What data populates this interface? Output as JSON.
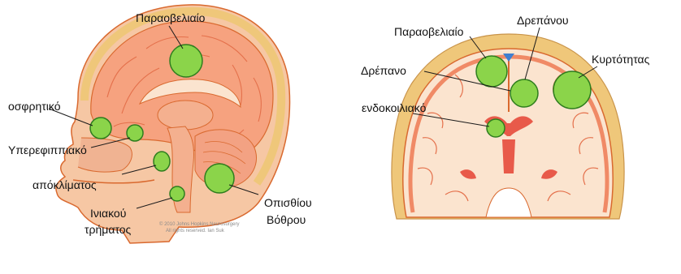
{
  "colors": {
    "meningioma": "#8bd44a",
    "meningioma_stroke": "#2e7d1e",
    "skin": "#f6c7a4",
    "skull": "#efc77a",
    "cortex": "#f08a66",
    "white_matter": "#fbe4cf",
    "outline": "#d9692f",
    "ventricle": "#3f7fd0"
  },
  "sagittal": {
    "labels": {
      "parasagittal": "Παραοβελιαίο",
      "olfactory": "οσφρητικό",
      "suprasellar": "Υπερεφιππιακό",
      "clivus": "απόκλίματος",
      "foramen_1": "Ινιακού",
      "foramen_2": "τρήματος",
      "posterior_1": "Οπισθίου",
      "posterior_2": "Βόθρου"
    },
    "caption_1": "© 2010 Johns Hopkins Neurosurgery",
    "caption_2": "All rights reserved. Ian Suk"
  },
  "coronal": {
    "labels": {
      "parasagittal": "Παραοβελιαίο",
      "falx_upper": "Δρεπάνου",
      "convexity": "Κυρτότητας",
      "falx": "Δρέπανο",
      "intraventricular": "ενδοκοιλιακό"
    }
  }
}
